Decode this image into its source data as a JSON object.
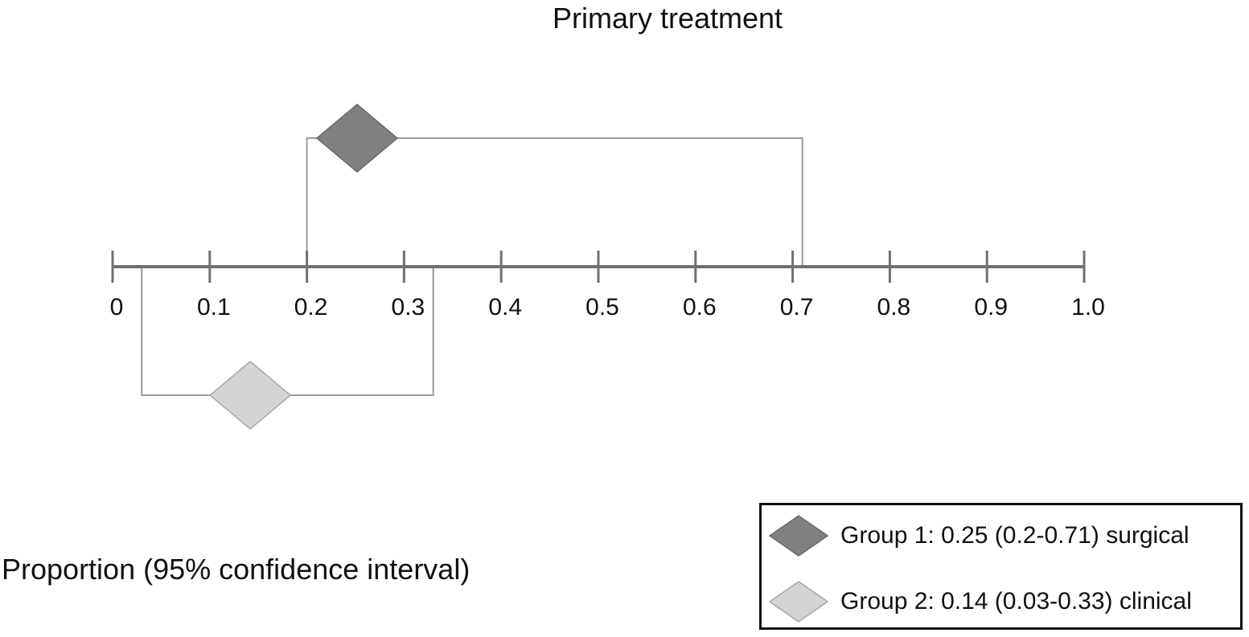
{
  "chart_data": {
    "type": "forest",
    "title": "Primary treatment",
    "xlabel": "Proportion (95% confidence interval)",
    "ylabel": "",
    "xlim": [
      0,
      1.0
    ],
    "ticks": [
      "0",
      "0.1",
      "0.2",
      "0.3",
      "0.4",
      "0.5",
      "0.6",
      "0.7",
      "0.8",
      "0.9",
      "1.0"
    ],
    "legend_position": "bottom-right",
    "series": [
      {
        "name": "Group 1: 0.25 (0.2-0.71) surgical",
        "estimate": 0.25,
        "ci_low": 0.2,
        "ci_high": 0.71,
        "side": "above",
        "color": "#808080"
      },
      {
        "name": "Group 2: 0.14 (0.03-0.33) clinical",
        "estimate": 0.14,
        "ci_low": 0.03,
        "ci_high": 0.33,
        "side": "below",
        "color": "#d4d4d4"
      }
    ],
    "axis_color": "#707070",
    "line_color": "#9a9a9a"
  }
}
